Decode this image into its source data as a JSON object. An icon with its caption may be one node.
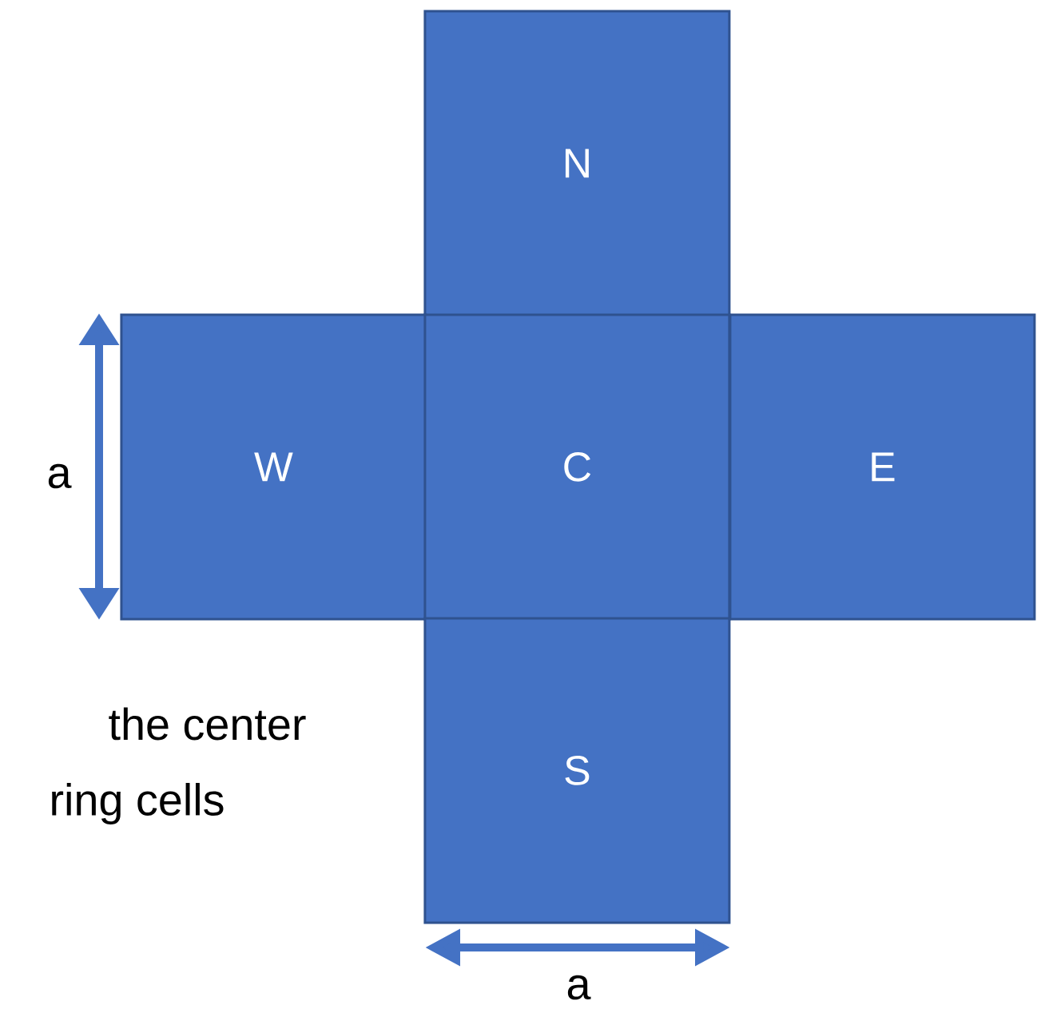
{
  "diagram": {
    "nodes": [
      {
        "text": [
          "N"
        ]
      },
      {
        "text": [
          "W"
        ]
      },
      {
        "text": [
          "C"
        ]
      },
      {
        "text": [
          "E"
        ]
      },
      {
        "text": [
          "S"
        ]
      }
    ],
    "labels": [
      "a",
      "the center",
      "ring cells",
      "a"
    ]
  }
}
